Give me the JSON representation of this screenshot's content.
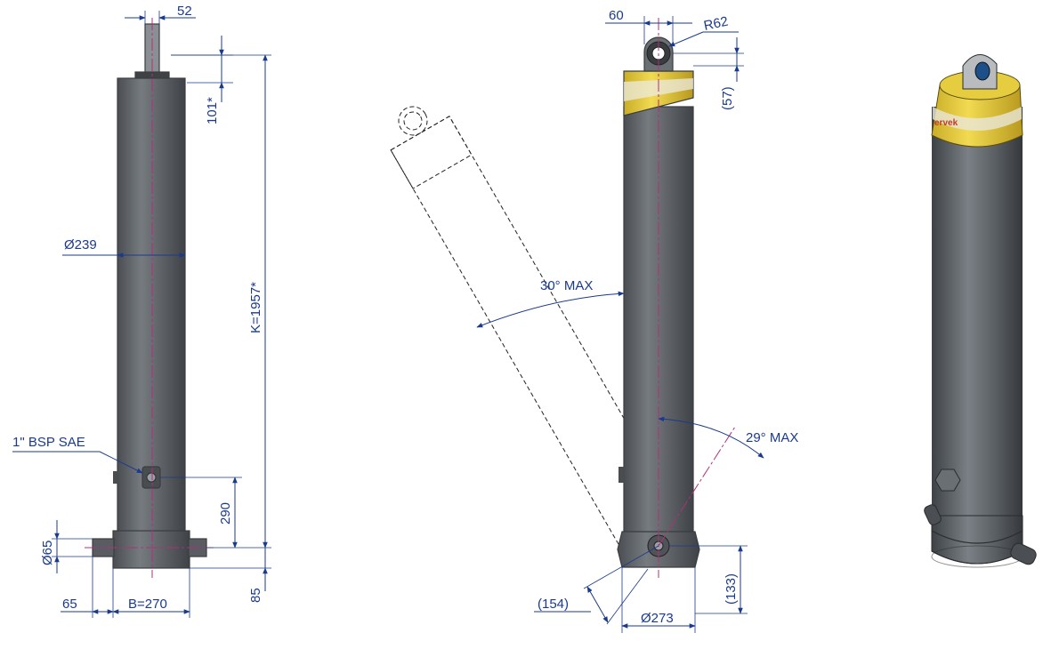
{
  "labels": {
    "front_rod_width": "52",
    "front_top_offset": "101*",
    "front_diameter": "Ø239",
    "front_length": "K=1957*",
    "front_port": "1\" BSP SAE",
    "front_port_height": "290",
    "front_pin_diameter": "Ø65",
    "front_base_height": "85",
    "front_pin_length": "65",
    "front_base_width": "B=270",
    "side_eye_width": "60",
    "side_eye_radius": "R62",
    "side_eye_offset": "(57)",
    "side_swing_angle": "30° MAX",
    "side_tilt_angle": "29° MAX",
    "side_bottom_offset": "(154)",
    "side_base_diameter": "Ø273",
    "side_base_height": "(133)",
    "iso_brand": "ervek"
  },
  "colors": {
    "dimension": "#1a3a8c",
    "centerline": "#b0307a",
    "cylinder": "#5f6468",
    "collar": "#e3c93a"
  }
}
